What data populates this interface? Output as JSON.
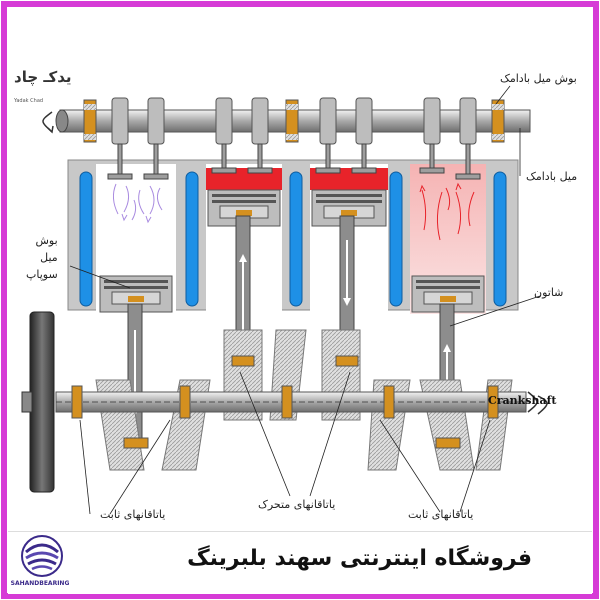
{
  "colors": {
    "border": "#d63bd6",
    "cylinder": "#c8c8c8",
    "coolant": "#1e90e6",
    "combustion": "#e8232a",
    "exhaust": "#f7c8c8",
    "intake_arrows": "#a98be0",
    "bearing": "#d4901f",
    "flywheel": "#3a3a3a",
    "footer_brand": "#3b2a8a"
  },
  "labels": {
    "camshaft_bushing": "بوش میل بادامک",
    "camshaft": "میل بادامک",
    "valve_bushing": "بوش\nمیل\nسوپاپ",
    "connecting_rod": "شاتون",
    "crankshaft": "Crankshaft",
    "main_bearings_left": "یاتاقانهای ثابت",
    "moving_bearings": "یاتاقانهای متحرک",
    "main_bearings_right": "یاتاقانهای ثابت"
  },
  "logos": {
    "top_left_main": "یدکـ چاد",
    "top_left_sub": "Yadak Chad",
    "footer_brand": "SAHANDBEARING"
  },
  "footer": {
    "text": "فروشگاه اینترنتی سهند بلبرینگ"
  }
}
